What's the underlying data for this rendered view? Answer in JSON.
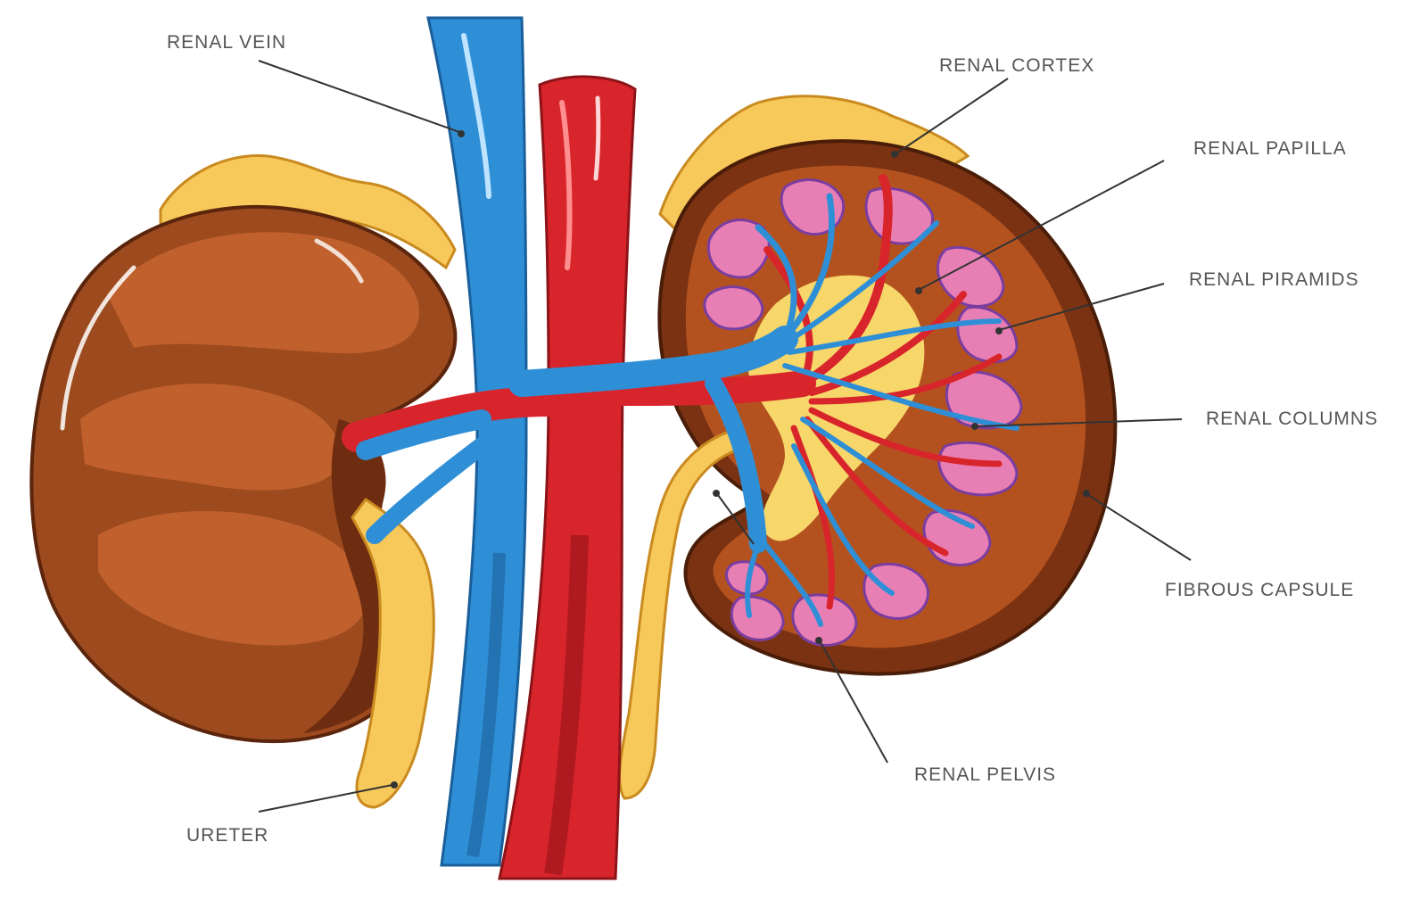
{
  "labels": {
    "renal_vein": "RENAL VEIN",
    "renal_cortex": "RENAL CORTEX",
    "renal_papilla": "RENAL PAPILLA",
    "renal_piramids": "RENAL PIRAMIDS",
    "renal_columns": "RENAL COLUMNS",
    "fibrous_capsule": "FIBROUS CAPSULE",
    "renal_pelvis": "RENAL PELVIS",
    "ureter": "URETER"
  },
  "colors": {
    "kidney_brown": "#9c4a1e",
    "kidney_light": "#c0602c",
    "kidney_dark": "#6e2d10",
    "fat_yellow": "#f7c95a",
    "vein_blue": "#2f8fd6",
    "artery_red": "#d8242b",
    "pyramid_pink": "#e87fb4",
    "leader_line": "#333333"
  }
}
